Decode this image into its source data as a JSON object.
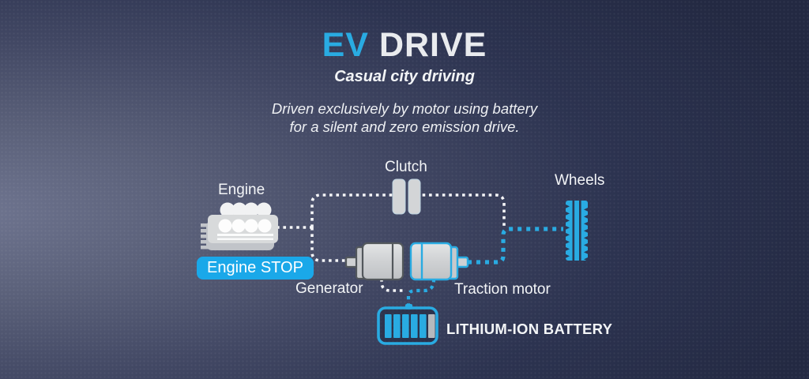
{
  "header": {
    "title_accent": "EV",
    "title_rest": "DRIVE",
    "subtitle": "Casual city driving",
    "description_line1": "Driven exclusively by motor using battery",
    "description_line2": "for a silent and zero emission drive."
  },
  "diagram": {
    "nodes": {
      "engine": {
        "label": "Engine",
        "icon": "engine-icon",
        "status_badge": "Engine STOP"
      },
      "clutch": {
        "label": "Clutch",
        "icon": "clutch-icon"
      },
      "wheels": {
        "label": "Wheels",
        "icon": "wheel-icon"
      },
      "generator": {
        "label": "Generator",
        "icon": "generator-motor-icon"
      },
      "traction_motor": {
        "label": "Traction motor",
        "icon": "traction-motor-icon"
      },
      "battery": {
        "label": "LITHIUM-ION BATTERY",
        "icon": "battery-icon"
      }
    }
  },
  "colors": {
    "accent_cyan": "#29abe2",
    "title_text": "#e9ebee",
    "body_text": "#f2f4f6",
    "badge_background": "#1aa8e9",
    "component_gray": "#d5d7d9",
    "inactive_path": "#ffffff",
    "background_light": "#6f7590",
    "background_dark": "#232942"
  }
}
